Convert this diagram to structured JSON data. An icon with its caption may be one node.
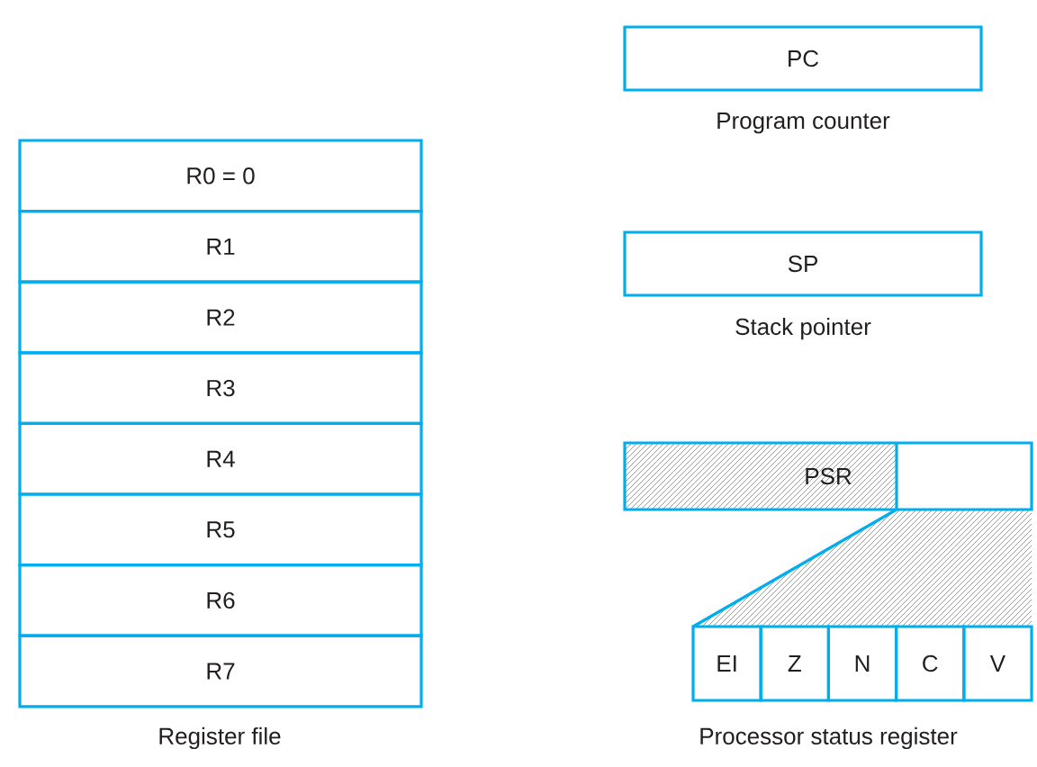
{
  "diagram": {
    "nodes": [
      {
        "text": [
          "R0 = 0"
        ]
      },
      {
        "text": [
          "R1"
        ]
      },
      {
        "text": [
          "R2"
        ]
      },
      {
        "text": [
          "R3"
        ]
      },
      {
        "text": [
          "R4"
        ]
      },
      {
        "text": [
          "R5"
        ]
      },
      {
        "text": [
          "R6"
        ]
      },
      {
        "text": [
          "R7"
        ]
      },
      {
        "text": [
          "PC"
        ],
        "beside": [
          "Program counter"
        ]
      },
      {
        "text": [
          "SP"
        ],
        "beside": [
          "Stack pointer"
        ]
      },
      {
        "text": [
          "PSR"
        ]
      },
      {
        "text": [
          "EI"
        ]
      },
      {
        "text": [
          "Z"
        ]
      },
      {
        "text": [
          "N"
        ]
      },
      {
        "text": [
          "C"
        ]
      },
      {
        "text": [
          "V"
        ]
      }
    ],
    "labels": [
      "Register file",
      "Processor status register"
    ]
  }
}
